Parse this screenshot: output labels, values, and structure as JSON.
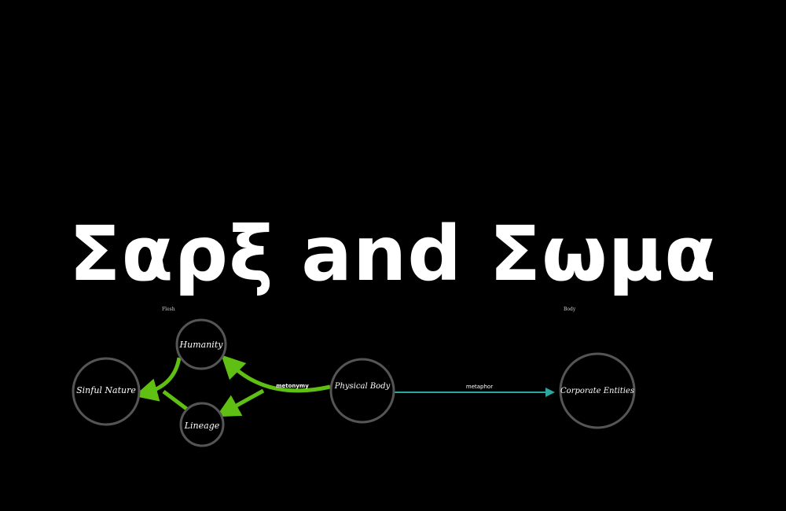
{
  "title": "Σαρξ and Σωμα",
  "small_labels": {
    "flesh": "Flesh",
    "body": "Body"
  },
  "nodes": {
    "sinful_nature": "Sinful Nature",
    "humanity": "Humanity",
    "lineage": "Lineage",
    "physical_body": "Physical Body",
    "corporate_entities": "Corporate Entities"
  },
  "edges": {
    "metonymy": "metonymy",
    "metaphor": "metaphor"
  },
  "colors": {
    "green": "#5fbf12",
    "teal": "#2aa8a0",
    "ring": "#555555"
  }
}
